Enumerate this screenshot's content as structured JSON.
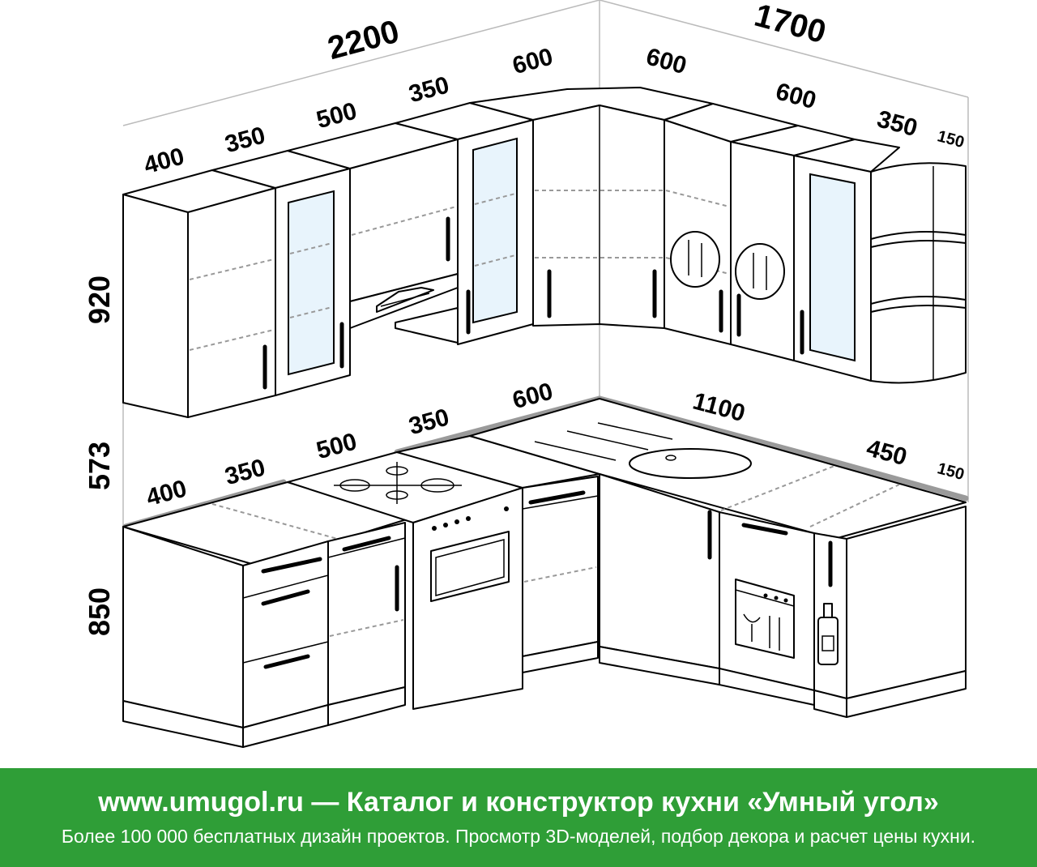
{
  "dimensions": {
    "top_total_left": "2200",
    "top_total_right": "1700",
    "upper_left": [
      "400",
      "350",
      "500",
      "350",
      "600"
    ],
    "upper_right": [
      "600",
      "600",
      "350",
      "150"
    ],
    "height_upper": "920",
    "height_gap": "573",
    "height_lower": "850",
    "lower_left": [
      "400",
      "350",
      "500",
      "350",
      "600"
    ],
    "lower_right": [
      "1100",
      "450",
      "150"
    ]
  },
  "footer": {
    "title": "www.umugol.ru — Каталог и конструктор кухни «Умный угол»",
    "subtitle": "Более 100 000 бесплатных дизайн проектов. Просмотр 3D-моделей, подбор декора и расчет цены кухни."
  },
  "icons": [
    "cutlery-icon",
    "cutlery-icon",
    "dishwasher-icon",
    "bottle-icon",
    "hob-icon",
    "oven-icon",
    "sink-icon"
  ],
  "colors": {
    "footer_bg": "#2f9e37",
    "footer_text": "#ffffff",
    "backsplash": "#9a9a9a",
    "glass": "#e8f4fc"
  }
}
